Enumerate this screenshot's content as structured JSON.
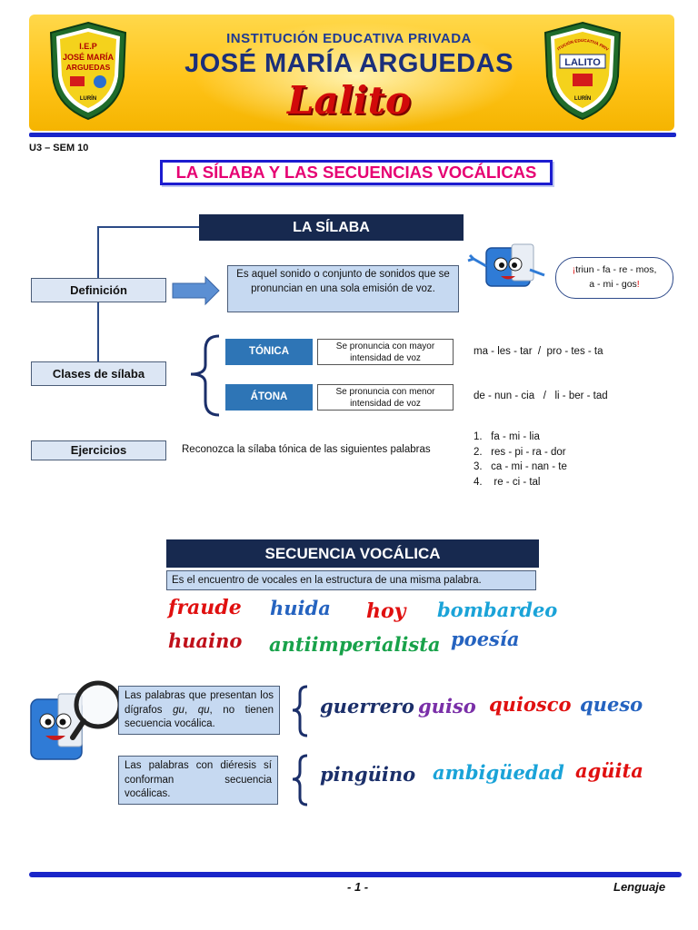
{
  "header": {
    "institution": "INSTITUCIÓN EDUCATIVA PRIVADA",
    "school_name": "JOSÉ MARÍA ARGUEDAS",
    "brand": "Lalito",
    "left_shield": {
      "line1": "I.E.P",
      "line2": "JOSÉ MARÍA",
      "line3": "ARGUEDAS",
      "line4": "LURÍN"
    },
    "right_shield": {
      "arc": "INSTITUCIÓN EDUCATIVA PRIVADA",
      "name": "LALITO",
      "place": "LURÍN"
    }
  },
  "unit_label": "U3 – SEM 10",
  "title": "LA SÍLABA Y LAS SECUENCIAS VOCÁLICAS",
  "silaba": {
    "header": "LA SÍLABA",
    "definition_label": "Definición",
    "definition_text": "Es aquel sonido o conjunto de sonidos que se pronuncian en una sola emisión de voz.",
    "classes_label": "Clases de sílaba",
    "tonica_label": "TÓNICA",
    "tonica_def": "Se pronuncia con mayor intensidad de voz",
    "tonica_example": "ma - les - tar  /  pro - tes - ta",
    "atona_label": "ÁTONA",
    "atona_def": "Se pronuncia con menor intensidad de voz",
    "atona_example": "de - nun - cia   /   li - ber - tad",
    "exercises_label": "Ejercicios",
    "exercises_instruction": "Reconozca la sílaba tónica de las siguientes  palabras",
    "exercises": [
      "1.   fa - mi - lia",
      "2.   res - pi - ra - dor",
      "3.   ca - mi - nan - te",
      "4.    re - ci - tal"
    ],
    "bubble": {
      "open": "¡",
      "line1": "triun - fa - re - mos,",
      "line2": "a - mi - gos",
      "close": "!"
    }
  },
  "secuencia": {
    "header": "SECUENCIA VOCÁLICA",
    "definition": "Es el encuentro de vocales en la estructura de una misma palabra.",
    "examples": [
      {
        "text": "fraude",
        "color": "#e01010"
      },
      {
        "text": "huida",
        "color": "#2563c0"
      },
      {
        "text": "hoy",
        "color": "#e01010"
      },
      {
        "text": "bombardeo",
        "color": "#1aa3d8"
      },
      {
        "text": "huaino",
        "color": "#c0101a"
      },
      {
        "text": "antiimperialista",
        "color": "#18a24a"
      },
      {
        "text": "poesía",
        "color": "#2563c0"
      }
    ],
    "note1": {
      "prefix": "Las palabras que presentan los dígrafos ",
      "gu": "gu",
      "sep": ", ",
      "qu": "qu",
      "suffix": ", no tienen secuencia vocálica."
    },
    "note1_words": [
      {
        "text": "guerrero",
        "color": "#1b2f6a"
      },
      {
        "text": "guiso",
        "color": "#7a2fa8"
      },
      {
        "text": "quiosco",
        "color": "#e01010"
      },
      {
        "text": "queso",
        "color": "#2563c0"
      }
    ],
    "note2": "Las palabras con diéresis sí conforman secuencia vocálicas.",
    "note2_words": [
      {
        "text": "pingüino",
        "color": "#1b2f6a"
      },
      {
        "text": "ambigüedad",
        "color": "#1aa3d8"
      },
      {
        "text": "agüita",
        "color": "#e01010"
      }
    ]
  },
  "footer": {
    "page": "- 1 -",
    "subject": "Lenguaje"
  },
  "colors": {
    "navy": "#17294f",
    "accent_blue": "#1a26c9",
    "light_blue": "#c6d9f1",
    "title_pink": "#e60073"
  }
}
